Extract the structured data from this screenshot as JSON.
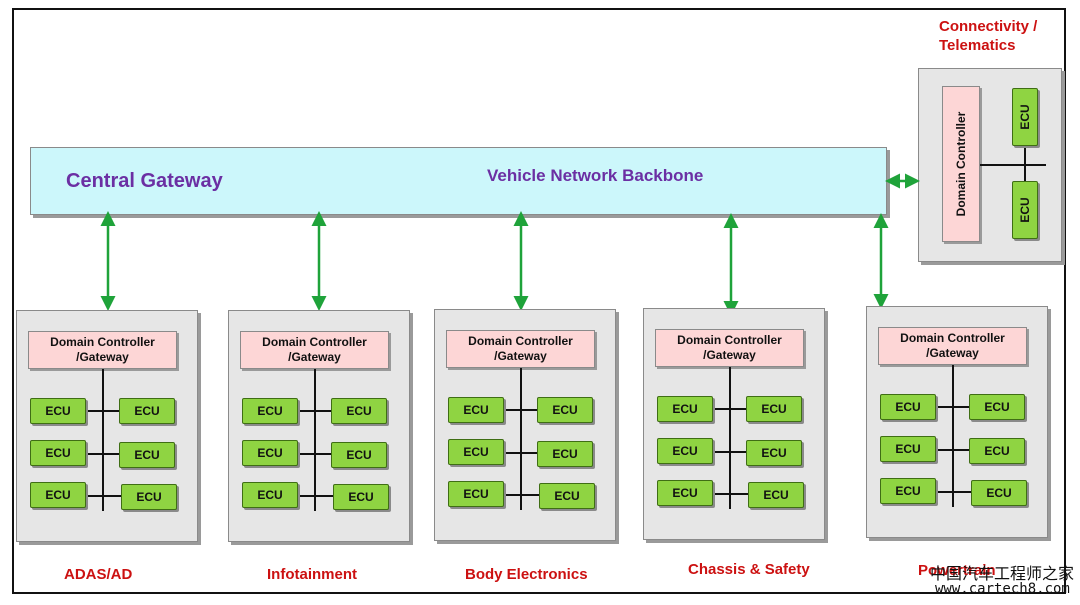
{
  "central_gateway": "Central Gateway",
  "backbone": "Vehicle Network Backbone",
  "connectivity": {
    "label_line1": "Connectivity /",
    "label_line2": "Telematics",
    "dc_label": "Domain Controller",
    "ecu_label": "ECU"
  },
  "domains": [
    {
      "name": "ADAS/AD",
      "dc_line1": "Domain Controller",
      "dc_line2": "/Gateway",
      "ecu": "ECU"
    },
    {
      "name": "Infotainment",
      "dc_line1": "Domain Controller",
      "dc_line2": "/Gateway",
      "ecu": "ECU"
    },
    {
      "name": "Body Electronics",
      "dc_line1": "Domain Controller",
      "dc_line2": "/Gateway",
      "ecu": "ECU"
    },
    {
      "name": "Chassis & Safety",
      "dc_line1": "Domain Controller",
      "dc_line2": "/Gateway",
      "ecu": "ECU"
    },
    {
      "name": "Powertrain",
      "dc_line1": "Domain Controller",
      "dc_line2": "/Gateway",
      "ecu": "ECU"
    }
  ],
  "watermark": {
    "line1": "中国汽车工程师之家",
    "line2": "www.cartech8.com"
  },
  "colors": {
    "accent_purple": "#6b2fa3",
    "label_red": "#cc1111",
    "ecu_green": "#8fd442",
    "dc_pink": "#fdd6d6",
    "backbone_cyan": "#ccf7fb",
    "arrow_green": "#1fa33a"
  }
}
